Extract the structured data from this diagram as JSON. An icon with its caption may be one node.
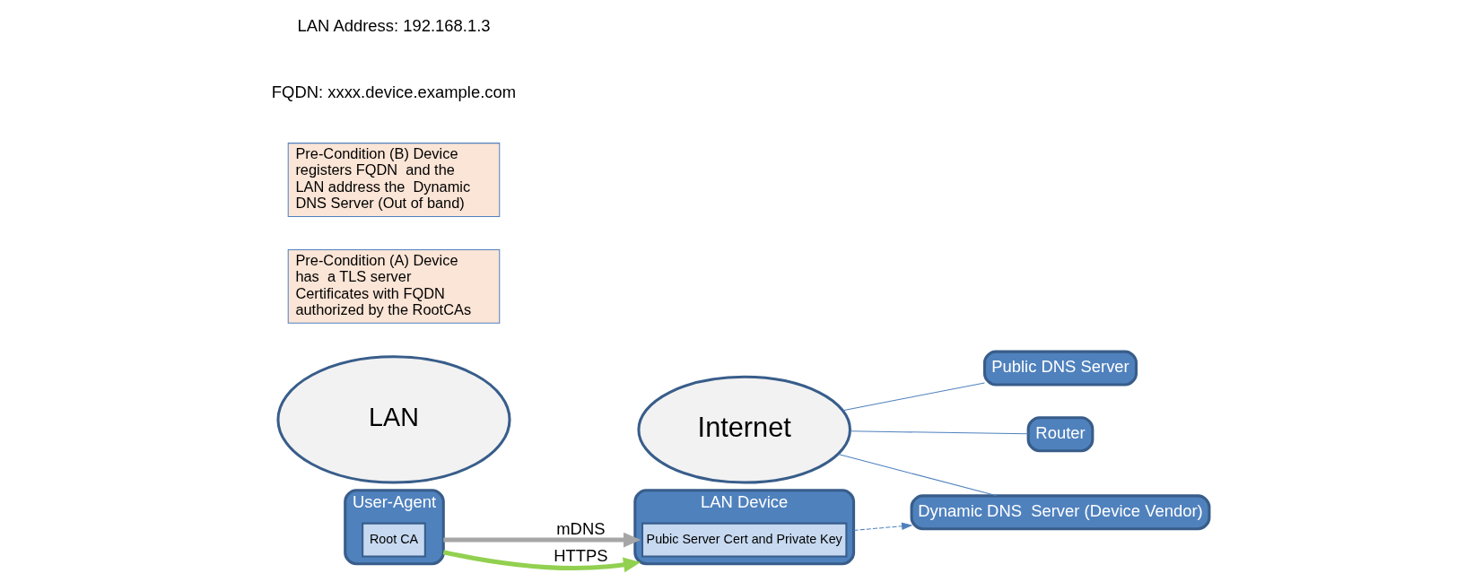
{
  "diagram": {
    "nodes": [
      {
        "text": [
          "Internet"
        ]
      },
      {
        "text": [
          "Public DNS Server"
        ]
      },
      {
        "text": [
          "User-Agent"
        ]
      },
      {
        "text": [
          "Root CA"
        ],
        "in": 2
      },
      {
        "text": [
          "Router"
        ]
      },
      {
        "text": [
          "LAN"
        ]
      },
      {
        "text": [
          "Pre-Condition (A) Device has  a TLS server Certificates with FQDN authorized by the RootCAs"
        ]
      },
      {
        "text": [
          "Dynamic DNS  Server (Device Vendor)"
        ]
      },
      {
        "text": [
          "LAN Device"
        ]
      },
      {
        "text": [
          "Pubic Server Cert and Private Key"
        ],
        "in": 8
      },
      {
        "text": [
          "Pre-Condition (B) Device registers FQDN  and the LAN address the  Dynamic DNS Server (Out of band)"
        ]
      }
    ],
    "edges": [
      {
        "from": 0,
        "to": 1,
        "arrow": "none"
      },
      {
        "from": 0,
        "to": 4,
        "arrow": "none"
      },
      {
        "from": 0,
        "to": 7,
        "arrow": "none"
      },
      {
        "from": 2,
        "to": 8,
        "arrow": "to",
        "label": "mDNS",
        "style": "thick",
        "color": "#a6a6a6"
      },
      {
        "from": 2,
        "to": 8,
        "arrow": "to",
        "label": "HTTPS",
        "style": "thick",
        "color": "#92d050"
      },
      {
        "from": 8,
        "to": 7,
        "arrow": "to",
        "style": "dashed"
      }
    ],
    "labels": [
      "FQDN: xxxx.device.example.com",
      "LAN Address: 192.168.1.3"
    ]
  }
}
